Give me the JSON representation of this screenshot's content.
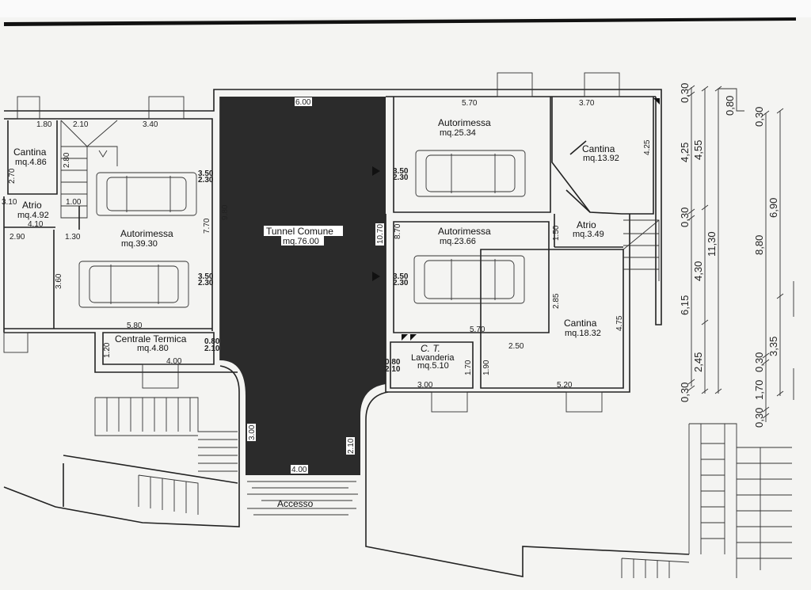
{
  "rooms": {
    "cantina_left": {
      "name": "Cantina",
      "area": "mq.4.86"
    },
    "atrio_left": {
      "name": "Atrio",
      "area": "mq.4.92"
    },
    "autorimessa_left": {
      "name": "Autorimessa",
      "area": "mq.39.30"
    },
    "centrale_termica": {
      "name": "Centrale Termica",
      "area": "mq.4.80"
    },
    "tunnel": {
      "name": "Tunnel Comune",
      "area": "mq.76.00"
    },
    "accesso": {
      "name": "Accesso"
    },
    "autorimessa_top_right": {
      "name": "Autorimessa",
      "area": "mq.25.34"
    },
    "cantina_top_right": {
      "name": "Cantina",
      "area": "mq.13.92"
    },
    "atrio_right": {
      "name": "Atrio",
      "area": "mq.3.49"
    },
    "autorimessa_mid_right": {
      "name": "Autorimessa",
      "area": "mq.23.66"
    },
    "cantina_bottom_right": {
      "name": "Cantina",
      "area": "mq.18.32"
    },
    "lavanderia": {
      "name": "Lavanderia",
      "area": "mq.5.10",
      "handwritten": "C. T."
    }
  },
  "dims": {
    "left": [
      "1.80",
      "2.10",
      "3.40",
      "2.80",
      "2.70",
      "3.10",
      "1.00",
      "4.10",
      "2.90",
      "1.30",
      "3.60",
      "7.70",
      "9.80",
      "5.80",
      "1.20",
      "4.00"
    ],
    "doors_left": [
      [
        "3.50",
        "2.30"
      ],
      [
        "3.50",
        "2.30"
      ],
      [
        "0.80",
        "2.10"
      ]
    ],
    "tunnel": [
      "6.00",
      "10.70",
      "3.00",
      "2.10",
      "4.00"
    ],
    "right": [
      "5.70",
      "3.70",
      "4.25",
      "8.70",
      "1.50",
      "2.85",
      "5.70",
      "2.50",
      "1.90",
      "1.70",
      "3.00",
      "5.20",
      "4.75"
    ],
    "doors_right": [
      [
        "3.50",
        "2.30"
      ],
      [
        "3.50",
        "2.30"
      ],
      [
        "0.80",
        "2.10"
      ]
    ]
  },
  "elevation_dims": {
    "col1": [
      "0,30",
      "4,25",
      "0,30",
      "6,15",
      "0,30"
    ],
    "col2": [
      "4,55",
      "4,30",
      "2,45"
    ],
    "col3": [
      "11,30",
      "0,80"
    ],
    "col4": [
      "0,30",
      "8,80",
      "0,30",
      "1,70",
      "0,30"
    ],
    "col5": [
      "6,90",
      "3,35"
    ]
  },
  "colors": {
    "tunnel_fill": "#2b2b2b",
    "paper": "#f4f4f2",
    "ink": "#222222"
  }
}
